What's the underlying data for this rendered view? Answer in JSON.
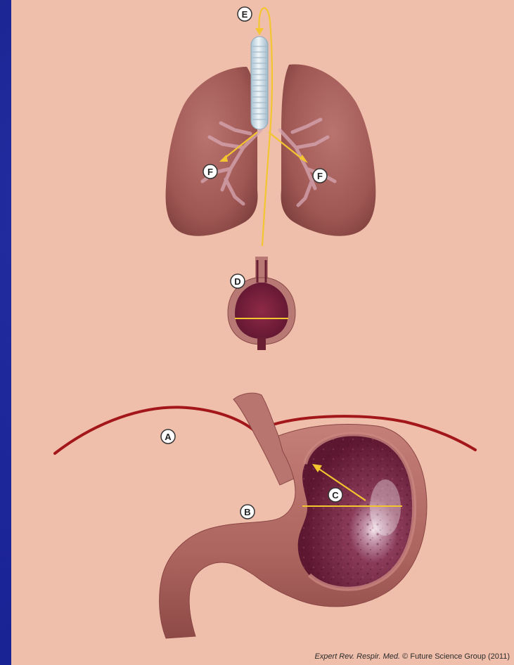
{
  "labels": {
    "a": "A",
    "b": "B",
    "c": "C",
    "d": "D",
    "e": "E",
    "f_left": "F",
    "f_right": "F"
  },
  "credit": {
    "journal": "Expert Rev. Respir. Med.",
    "symbol": "©",
    "publisher": "Future Science Group (2011)"
  },
  "colors": {
    "panel": "#efbfab",
    "slide_background": "#1a1f8c",
    "arrow": "#f2c531",
    "diaphragm": "#a3171b",
    "lung": "#a8625f",
    "stomach_wall": "#b26c66",
    "stomach_interior": "#6a1d34"
  }
}
